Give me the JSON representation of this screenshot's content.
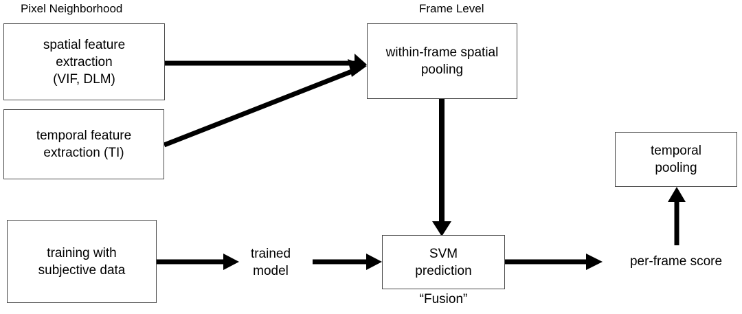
{
  "diagram": {
    "title_not_shown": "",
    "section_labels": [
      {
        "id": "pixel-neighborhood",
        "text": "Pixel Neighborhood"
      },
      {
        "id": "frame-level",
        "text": "Frame Level"
      }
    ],
    "boxes": [
      {
        "id": "spatial-feature-extraction",
        "text": "spatial feature\nextraction\n(VIF, DLM)"
      },
      {
        "id": "temporal-feature-extraction",
        "text": "temporal feature\nextraction (TI)"
      },
      {
        "id": "within-frame-spatial-pooling",
        "text": "within-frame spatial\npooling"
      },
      {
        "id": "training-with-subjective-data",
        "text": "training with\nsubjective data"
      },
      {
        "id": "svm-prediction",
        "text": "SVM\nprediction"
      },
      {
        "id": "temporal-pooling",
        "text": "temporal\npooling"
      }
    ],
    "free_labels": [
      {
        "id": "trained-model",
        "text": "trained\nmodel"
      },
      {
        "id": "per-frame-score",
        "text": "per-frame score"
      }
    ],
    "captions": [
      {
        "id": "fusion-caption",
        "text": "“Fusion”"
      }
    ],
    "colors": {
      "background": "#ffffff",
      "box_border": "#4a4a4a",
      "arrow": "#000000",
      "text": "#000000"
    },
    "arrows": [
      {
        "id": "spatial-to-pooling",
        "from": "spatial-feature-extraction",
        "to": "within-frame-spatial-pooling"
      },
      {
        "id": "temporal-to-pooling",
        "from": "temporal-feature-extraction",
        "to": "within-frame-spatial-pooling"
      },
      {
        "id": "pooling-to-svm",
        "from": "within-frame-spatial-pooling",
        "to": "svm-prediction"
      },
      {
        "id": "training-to-trained-model",
        "from": "training-with-subjective-data",
        "to": "trained-model"
      },
      {
        "id": "trained-model-to-svm",
        "from": "trained-model",
        "to": "svm-prediction"
      },
      {
        "id": "svm-to-per-frame-score",
        "from": "svm-prediction",
        "to": "per-frame-score"
      },
      {
        "id": "per-frame-score-to-temporal-pooling",
        "from": "per-frame-score",
        "to": "temporal-pooling"
      }
    ]
  }
}
